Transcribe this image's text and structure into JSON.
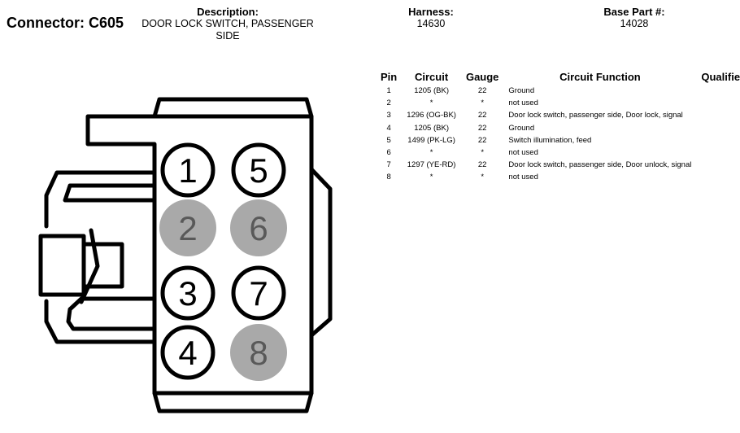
{
  "header": {
    "connector_title": "Connector: C605",
    "description_label": "Description:",
    "description_line1": "DOOR LOCK SWITCH, PASSENGER",
    "description_line2": "SIDE",
    "harness_label": "Harness:",
    "harness_value": "14630",
    "base_part_label": "Base Part #:",
    "base_part_value": "14028"
  },
  "table": {
    "headers": [
      "Pin",
      "Circuit",
      "Gauge",
      "Circuit Function",
      "Qualifier"
    ],
    "rows": [
      {
        "pin": "1",
        "circuit": "1205 (BK)",
        "gauge": "22",
        "function": "Ground"
      },
      {
        "pin": "2",
        "circuit": "*",
        "gauge": "*",
        "function": "not used"
      },
      {
        "pin": "3",
        "circuit": "1296 (OG-BK)",
        "gauge": "22",
        "function": "Door lock switch, passenger side, Door lock, signal"
      },
      {
        "pin": "4",
        "circuit": "1205 (BK)",
        "gauge": "22",
        "function": "Ground"
      },
      {
        "pin": "5",
        "circuit": "1499 (PK-LG)",
        "gauge": "22",
        "function": "Switch illumination, feed"
      },
      {
        "pin": "6",
        "circuit": "*",
        "gauge": "*",
        "function": "not used"
      },
      {
        "pin": "7",
        "circuit": "1297 (YE-RD)",
        "gauge": "22",
        "function": "Door lock switch, passenger side, Door unlock, signal"
      },
      {
        "pin": "8",
        "circuit": "*",
        "gauge": "*",
        "function": "not used"
      }
    ]
  },
  "connector": {
    "cavities": [
      {
        "label": "1",
        "status": "used"
      },
      {
        "label": "2",
        "status": "unused"
      },
      {
        "label": "3",
        "status": "used"
      },
      {
        "label": "4",
        "status": "used"
      },
      {
        "label": "5",
        "status": "used"
      },
      {
        "label": "6",
        "status": "unused"
      },
      {
        "label": "7",
        "status": "used"
      },
      {
        "label": "8",
        "status": "unused"
      }
    ],
    "colors": {
      "outline": "#000000",
      "used_fill": "#ffffff",
      "unused_fill": "#a9a9a9",
      "unused_text": "#595959"
    }
  }
}
